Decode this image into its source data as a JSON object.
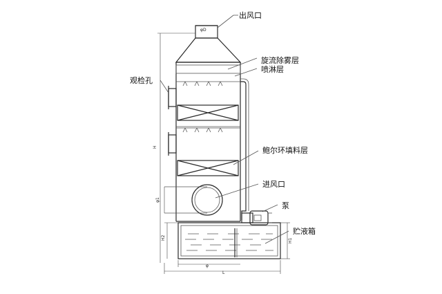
{
  "labels": {
    "outlet": "出风口",
    "demister": "旋流除雾层",
    "spray": "喷淋层",
    "inspection": "观检孔",
    "packing": "鲍尔环填料层",
    "inlet": "进风口",
    "pump": "泵",
    "tank": "贮液箱"
  },
  "dims": {
    "outlet_dia": "φD",
    "height": "H",
    "inlet_dia": "φ1",
    "tank_height": "H2",
    "tank_width": "φ",
    "overall_width": "L",
    "tank_right_height": "H1"
  }
}
